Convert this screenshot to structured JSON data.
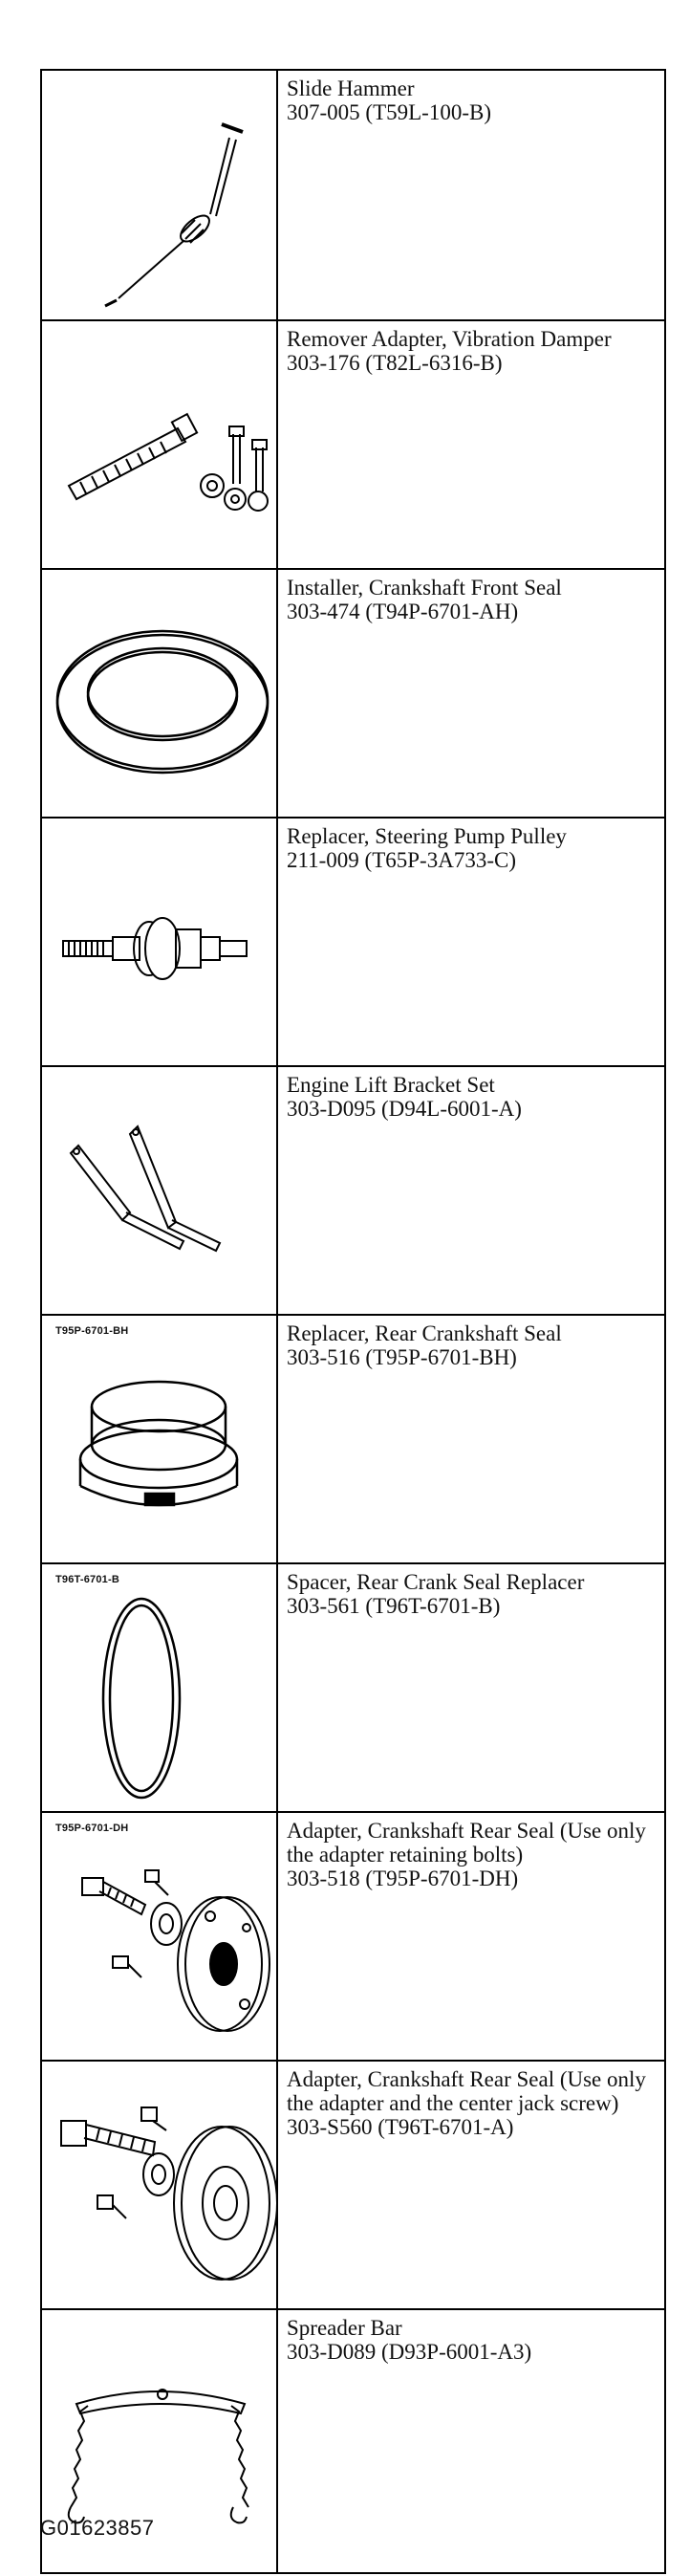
{
  "tools": [
    {
      "name": "Slide Hammer",
      "lines": [
        "307-005 (T59L-100-B)"
      ],
      "icon": "slide-hammer-icon"
    },
    {
      "name": "Remover Adapter, Vibration Damper",
      "lines": [
        "303-176 (T82L-6316-B)"
      ],
      "icon": "remover-adapter-icon"
    },
    {
      "name": "Installer, Crankshaft Front Seal",
      "lines": [
        "303-474 (T94P-6701-AH)"
      ],
      "icon": "seal-installer-ring-icon"
    },
    {
      "name": "Replacer, Steering Pump Pulley",
      "lines": [
        "211-009 (T65P-3A733-C)"
      ],
      "icon": "pulley-replacer-icon"
    },
    {
      "name": "Engine Lift Bracket Set",
      "lines": [
        "303-D095 (D94L-6001-A)"
      ],
      "icon": "lift-bracket-icon"
    },
    {
      "name": "Replacer, Rear Crankshaft Seal",
      "lines": [
        "303-516 (T95P-6701-BH)"
      ],
      "icon": "rear-seal-replacer-icon",
      "fig_label": "T95P-6701-BH"
    },
    {
      "name": "Spacer, Rear Crank Seal Replacer",
      "lines": [
        "303-561 (T96T-6701-B)"
      ],
      "icon": "spacer-ring-icon",
      "fig_label": "T96T-6701-B"
    },
    {
      "name": "Adapter, Crankshaft Rear Seal (Use only the adapter retaining bolts)",
      "lines": [
        "303-518 (T95P-6701-DH)"
      ],
      "icon": "rear-seal-adapter-icon",
      "fig_label": "T95P-6701-DH"
    },
    {
      "name": "Adapter, Crankshaft Rear Seal (Use only the adapter and the center jack screw)",
      "lines": [
        "303-S560 (T96T-6701-A)"
      ],
      "icon": "rear-seal-adapter-jackscrew-icon"
    },
    {
      "name": "Spreader Bar",
      "lines": [
        "303-D089 (D93P-6001-A3)"
      ],
      "icon": "spreader-bar-icon"
    }
  ],
  "footer": {
    "code": "G01623857"
  }
}
